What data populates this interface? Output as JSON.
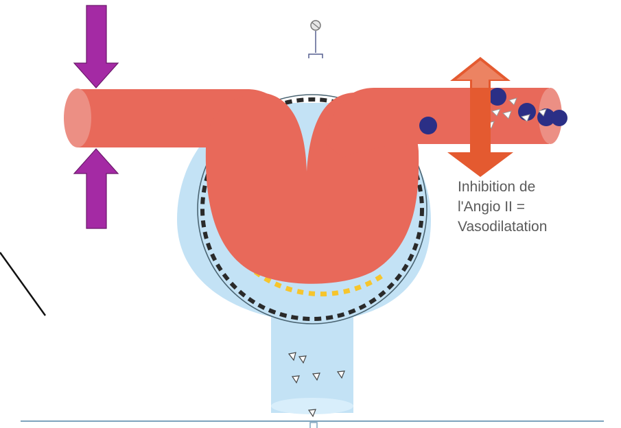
{
  "caption": {
    "lines": [
      "Inhibition de",
      "l'Angio II =",
      "Vasodilatation"
    ]
  },
  "colors": {
    "vessel": "#e8695a",
    "vessel_end": "#ec8f84",
    "capsule": "#c3e2f5",
    "capsule_lumen": "#d8eefb",
    "compression_arrow": "#a42aa4",
    "dilation_arrow": "#e45a30",
    "dark_particle": "#2b2f86",
    "membrane_dash": "#2a2a2a",
    "podocyte_yellow": "#f6c52c",
    "baseline": "#7da3bd"
  },
  "icons": {
    "compression": "purple-arrow-icon",
    "dilation": "red-double-arrow-icon",
    "top_marker": "pin-marker-icon"
  }
}
